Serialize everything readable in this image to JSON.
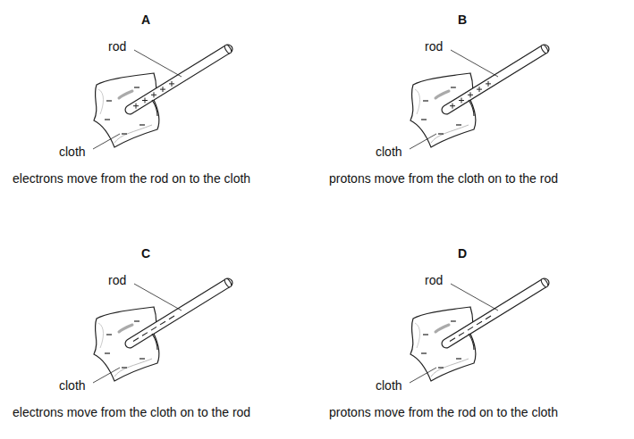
{
  "diagram": {
    "labels": [
      "A",
      "rod",
      "cloth",
      "electrons move from the rod on to the cloth",
      "B",
      "rod",
      "cloth",
      "protons move from the cloth on to the rod",
      "C",
      "rod",
      "cloth",
      "electrons move from the cloth on to the rod",
      "D",
      "rod",
      "cloth",
      "protons move from the rod on to the cloth"
    ]
  }
}
